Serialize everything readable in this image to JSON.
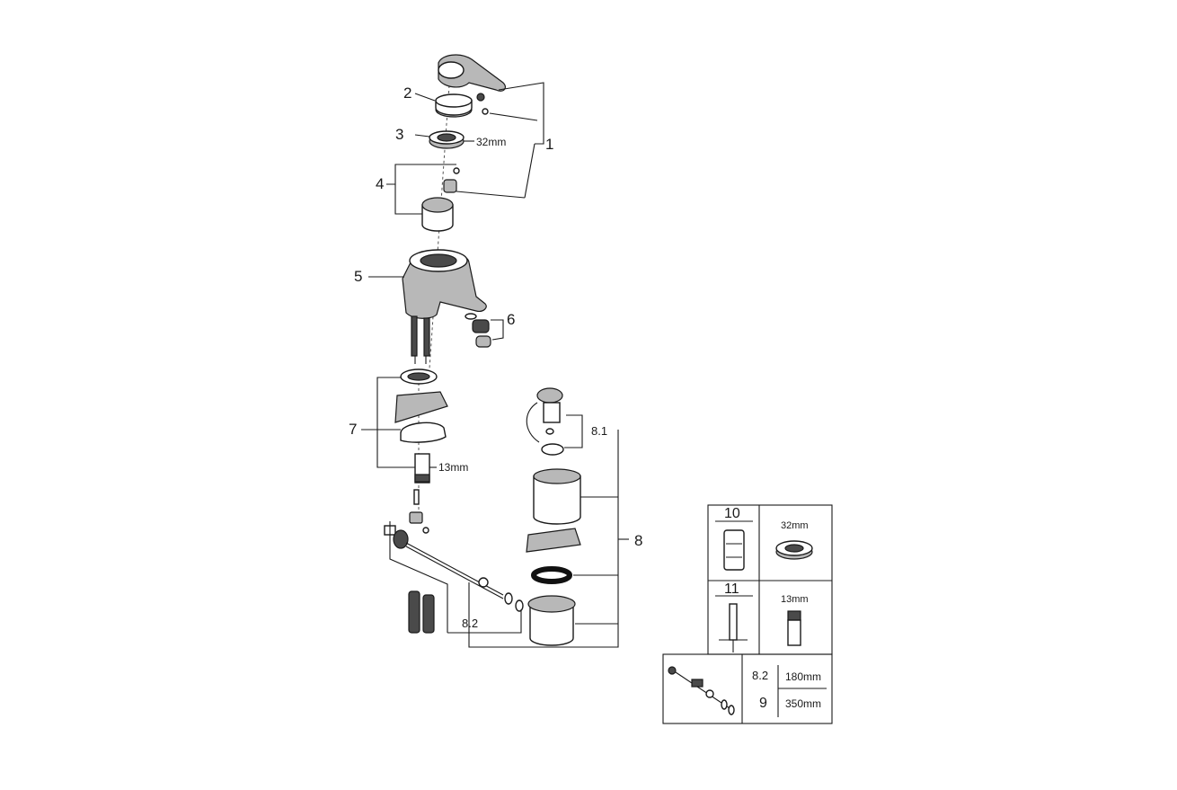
{
  "callouts": {
    "c1": "1",
    "c2": "2",
    "c3": "3",
    "c3_size": "32mm",
    "c4": "4",
    "c5": "5",
    "c6": "6",
    "c7": "7",
    "c7_size": "13mm",
    "c8": "8",
    "c8_1": "8.1",
    "c8_2": "8.2"
  },
  "tool_table": {
    "row10_num": "10",
    "row10_size": "32mm",
    "row11_num": "11",
    "row11_size": "13mm",
    "rod_82_label": "8.2",
    "rod_82_size": "180mm",
    "rod_9_label": "9",
    "rod_9_size": "350mm"
  }
}
